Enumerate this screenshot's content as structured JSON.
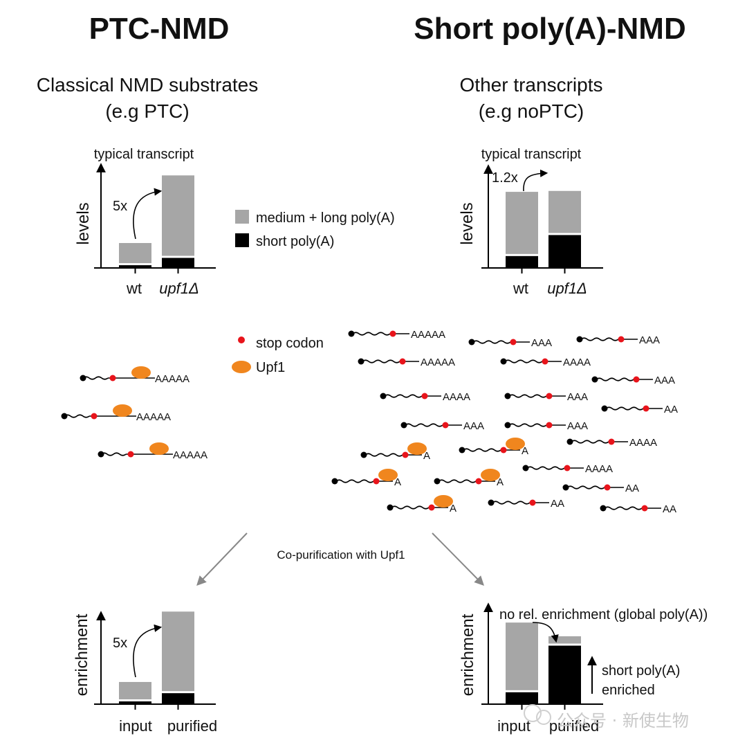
{
  "titles": {
    "left": "PTC-NMD",
    "right": "Short poly(A)-NMD",
    "left_sub1": "Classical NMD substrates",
    "left_sub2": "(e.g PTC)",
    "right_sub1": "Other transcripts",
    "right_sub2": "(e.g noPTC)"
  },
  "panels": {
    "typical_transcript": "typical transcript",
    "levels_label": "levels",
    "enrichment_label": "enrichment",
    "fold_left": "5x",
    "fold_right": "1.2x",
    "fold_enrich": "5x",
    "wt": "wt",
    "upf1": "upf1Δ",
    "input": "input",
    "purified": "purified",
    "no_rel": "no rel. enrichment (global poly(A))",
    "short_enriched_1": "short poly(A)",
    "short_enriched_2": "enriched"
  },
  "legend": {
    "medium_long": "medium + long poly(A)",
    "short": "short poly(A)",
    "stop_codon": "stop codon",
    "upf1": "Upf1",
    "gray_color": "#a6a6a6",
    "black_color": "#000000",
    "stop_color": "#e8141b",
    "upf1_color": "#f0861e"
  },
  "middle": {
    "copurification": "Co-purification with Upf1"
  },
  "watermark": "公众号 · 新使生物",
  "chart_data": [
    {
      "type": "bar",
      "categories": [
        "wt",
        "upf1Δ"
      ],
      "ylabel": "levels",
      "series": [
        {
          "name": "short poly(A)",
          "values": [
            0.03,
            0.11
          ]
        },
        {
          "name": "medium + long poly(A)",
          "values": [
            0.22,
            0.88
          ]
        }
      ],
      "annotation": "5x"
    },
    {
      "type": "bar",
      "categories": [
        "wt",
        "upf1Δ"
      ],
      "ylabel": "levels",
      "series": [
        {
          "name": "short poly(A)",
          "values": [
            0.13,
            0.36
          ]
        },
        {
          "name": "medium + long poly(A)",
          "values": [
            0.68,
            0.46
          ]
        }
      ],
      "annotation": "1.2x"
    },
    {
      "type": "bar",
      "categories": [
        "input",
        "purified"
      ],
      "ylabel": "enrichment",
      "series": [
        {
          "name": "short poly(A)",
          "values": [
            0.03,
            0.12
          ]
        },
        {
          "name": "medium + long poly(A)",
          "values": [
            0.19,
            0.87
          ]
        }
      ],
      "annotation": "5x"
    },
    {
      "type": "bar",
      "categories": [
        "input",
        "purified"
      ],
      "ylabel": "enrichment",
      "series": [
        {
          "name": "short poly(A)",
          "values": [
            0.13,
            0.64
          ]
        },
        {
          "name": "medium + long poly(A)",
          "values": [
            0.74,
            0.08
          ]
        }
      ],
      "annotation": "no rel. enrichment (global poly(A))"
    }
  ],
  "mrnas": {
    "left": [
      {
        "tail": "AAAAA",
        "upf1": true
      },
      {
        "tail": "AAAAA",
        "upf1": true
      },
      {
        "tail": "AAAAA",
        "upf1": true
      }
    ],
    "right": [
      {
        "tail": "AAAAA",
        "upf1": false
      },
      {
        "tail": "AAA",
        "upf1": false
      },
      {
        "tail": "AAA",
        "upf1": false
      },
      {
        "tail": "AAAAA",
        "upf1": false
      },
      {
        "tail": "AAAA",
        "upf1": false
      },
      {
        "tail": "AAA",
        "upf1": false
      },
      {
        "tail": "AAAA",
        "upf1": false
      },
      {
        "tail": "AAA",
        "upf1": false
      },
      {
        "tail": "AA",
        "upf1": false
      },
      {
        "tail": "AAA",
        "upf1": false
      },
      {
        "tail": "AAA",
        "upf1": false
      },
      {
        "tail": "AAAA",
        "upf1": false
      },
      {
        "tail": "A",
        "upf1": true
      },
      {
        "tail": "A",
        "upf1": true
      },
      {
        "tail": "AAAA",
        "upf1": false
      },
      {
        "tail": "A",
        "upf1": true
      },
      {
        "tail": "A",
        "upf1": true
      },
      {
        "tail": "AA",
        "upf1": false
      },
      {
        "tail": "A",
        "upf1": true
      },
      {
        "tail": "AA",
        "upf1": false
      },
      {
        "tail": "AA",
        "upf1": false
      }
    ]
  }
}
